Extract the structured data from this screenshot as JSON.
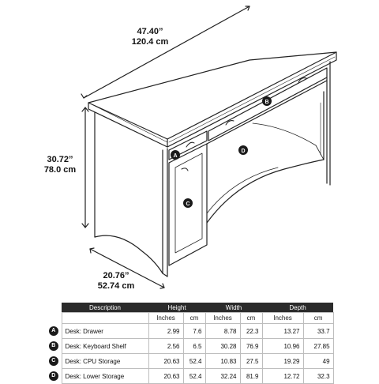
{
  "dimensions": {
    "width_in": "47.40”",
    "width_cm": "120.4 cm",
    "height_in": "30.72”",
    "height_cm": "78.0 cm",
    "depth_in": "20.76”",
    "depth_cm": "52.74 cm"
  },
  "markers": [
    "A",
    "B",
    "C",
    "D"
  ],
  "table": {
    "headers": [
      "Description",
      "Height",
      "Width",
      "Depth"
    ],
    "units": [
      "Inches",
      "cm",
      "Inches",
      "cm",
      "Inches",
      "cm"
    ],
    "rows": [
      {
        "marker": "A",
        "label": "Desk: Drawer",
        "values": [
          "2.99",
          "7.6",
          "8.78",
          "22.3",
          "13.27",
          "33.7"
        ]
      },
      {
        "marker": "B",
        "label": "Desk: Keyboard Shelf",
        "values": [
          "2.56",
          "6.5",
          "30.28",
          "76.9",
          "10.96",
          "27.85"
        ]
      },
      {
        "marker": "C",
        "label": "Desk: CPU Storage",
        "values": [
          "20.63",
          "52.4",
          "10.83",
          "27.5",
          "19.29",
          "49"
        ]
      },
      {
        "marker": "D",
        "label": "Desk: Lower Storage",
        "values": [
          "20.63",
          "52.4",
          "32.24",
          "81.9",
          "12.72",
          "32.3"
        ]
      }
    ]
  }
}
